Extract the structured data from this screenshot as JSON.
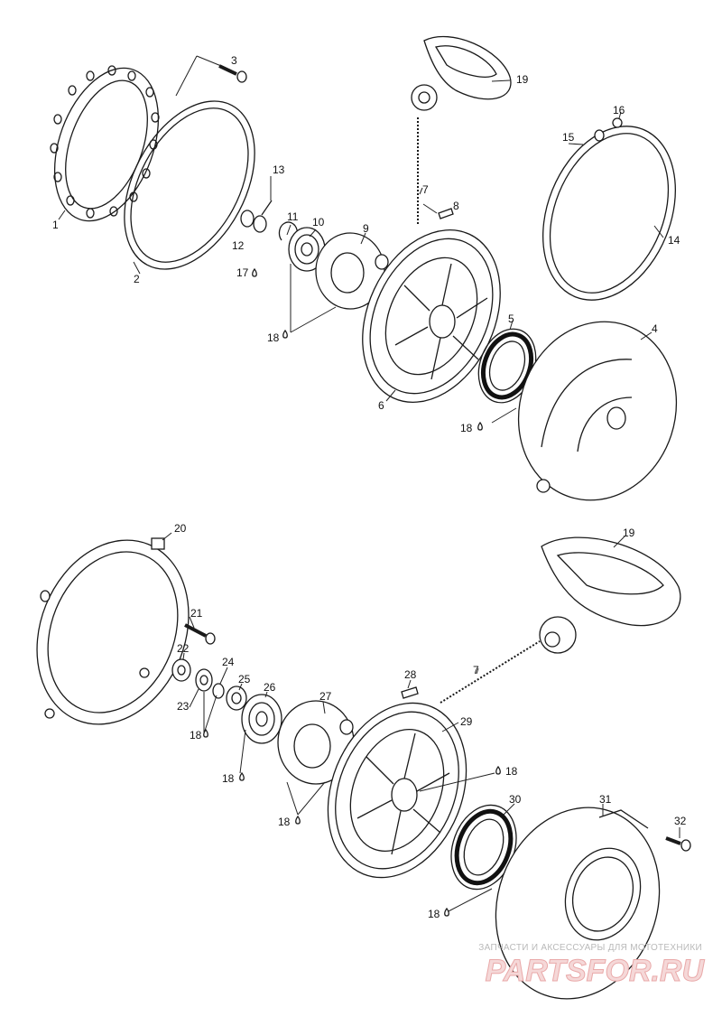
{
  "labels": {
    "top": [
      {
        "id": "l1",
        "text": "1"
      },
      {
        "id": "l2",
        "text": "2"
      },
      {
        "id": "l3",
        "text": "3"
      },
      {
        "id": "l4",
        "text": "4"
      },
      {
        "id": "l5",
        "text": "5"
      },
      {
        "id": "l6",
        "text": "6"
      },
      {
        "id": "l7",
        "text": "7"
      },
      {
        "id": "l8",
        "text": "8"
      },
      {
        "id": "l9",
        "text": "9"
      },
      {
        "id": "l10",
        "text": "10"
      },
      {
        "id": "l11",
        "text": "11"
      },
      {
        "id": "l12",
        "text": "12"
      },
      {
        "id": "l13",
        "text": "13"
      },
      {
        "id": "l14",
        "text": "14"
      },
      {
        "id": "l15",
        "text": "15"
      },
      {
        "id": "l16",
        "text": "16"
      },
      {
        "id": "l17",
        "text": "17"
      },
      {
        "id": "l18a",
        "text": "18"
      },
      {
        "id": "l18b",
        "text": "18"
      },
      {
        "id": "l19",
        "text": "19"
      }
    ],
    "bottom": [
      {
        "id": "b19",
        "text": "19"
      },
      {
        "id": "b20",
        "text": "20"
      },
      {
        "id": "b21",
        "text": "21"
      },
      {
        "id": "b22",
        "text": "22"
      },
      {
        "id": "b23",
        "text": "23"
      },
      {
        "id": "b24",
        "text": "24"
      },
      {
        "id": "b25",
        "text": "25"
      },
      {
        "id": "b26",
        "text": "26"
      },
      {
        "id": "b27",
        "text": "27"
      },
      {
        "id": "b28",
        "text": "28"
      },
      {
        "id": "b7",
        "text": "7"
      },
      {
        "id": "b29",
        "text": "29"
      },
      {
        "id": "b30",
        "text": "30"
      },
      {
        "id": "b31",
        "text": "31"
      },
      {
        "id": "b32",
        "text": "32"
      },
      {
        "id": "b18a",
        "text": "18"
      },
      {
        "id": "b18b",
        "text": "18"
      },
      {
        "id": "b18c",
        "text": "18"
      },
      {
        "id": "b18d",
        "text": "18"
      },
      {
        "id": "b18e",
        "text": "18"
      }
    ]
  },
  "watermark": {
    "top_text": "ЗАПЧАСТИ И АКСЕССУАРЫ ДЛЯ МОТОТЕХНИКИ",
    "logo_text": "PARTSFOR.RU",
    "color": "#e9a9a9"
  },
  "icons": {
    "grease": "grease-drop-icon"
  }
}
